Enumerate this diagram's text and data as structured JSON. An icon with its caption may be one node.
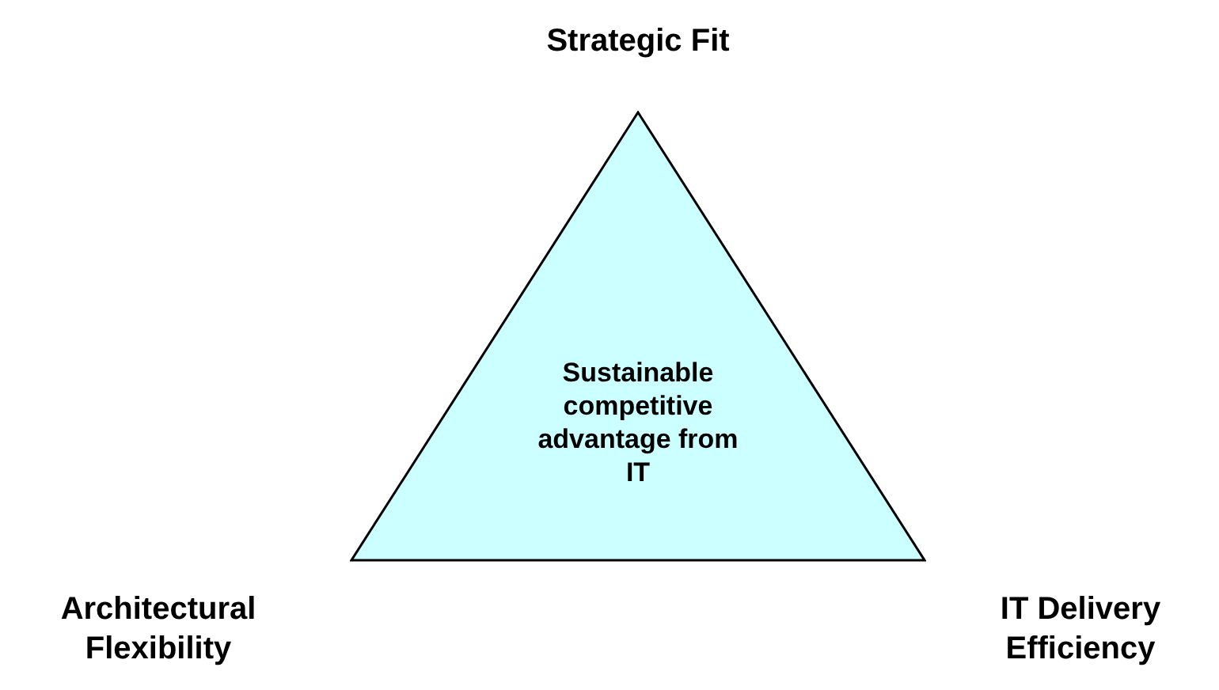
{
  "diagram": {
    "nodes": [
      {
        "text": [
          "Sustainable competitive advantage from IT"
        ]
      }
    ],
    "labels": [
      "Strategic Fit",
      "Architectural Flexibility",
      "IT Delivery Efficiency"
    ]
  }
}
